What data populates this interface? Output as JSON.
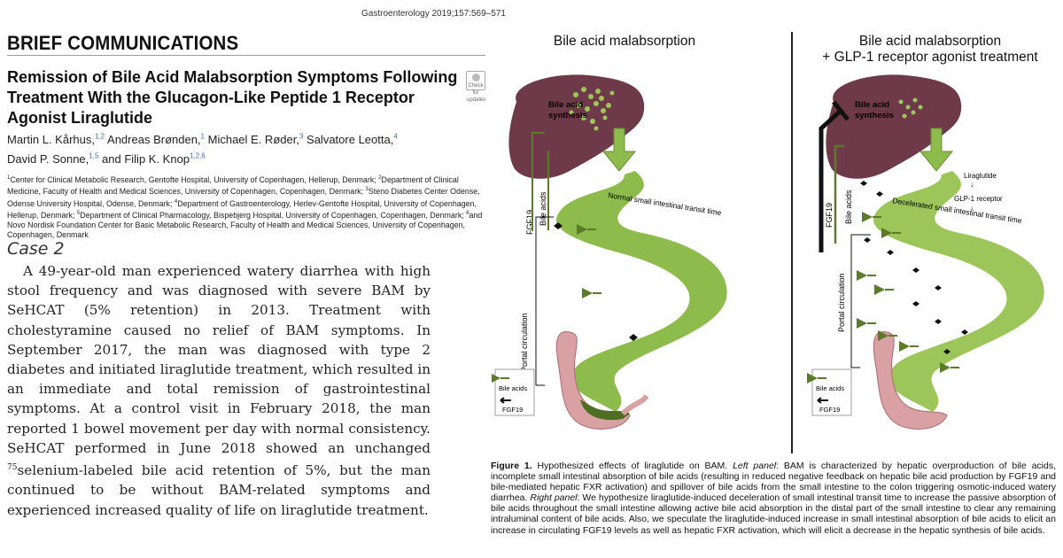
{
  "journal_ref": "Gastroenterology 2019;157:569–571",
  "section": "BRIEF COMMUNICATIONS",
  "title": "Remission of Bile Acid Malabsorption Symptoms Following Treatment With the Glucagon-Like Peptide 1 Receptor Agonist Liraglutide",
  "crossmark_label": "Check for updates",
  "authors": [
    {
      "name": "Martin L. Kårhus,",
      "sup": "1,2"
    },
    {
      "name": "Andreas Brønden,",
      "sup": "1"
    },
    {
      "name": "Michael E. Røder,",
      "sup": "3"
    },
    {
      "name": "Salvatore Leotta,",
      "sup": "4"
    },
    {
      "name": "David P. Sonne,",
      "sup": "1,5"
    },
    {
      "name": "and Filip K. Knop",
      "sup": "1,2,6"
    }
  ],
  "affiliations": [
    {
      "num": "1",
      "text": "Center for Clinical Metabolic Research, Gentofte Hospital, University of Copenhagen, Hellerup, Denmark;"
    },
    {
      "num": "2",
      "text": "Department of Clinical Medicine, Faculty of Health and Medical Sciences, University of Copenhagen, Copenhagen, Denmark;"
    },
    {
      "num": "3",
      "text": "Steno Diabetes Center Odense, Odense University Hospital, Odense, Denmark;"
    },
    {
      "num": "4",
      "text": "Department of Gastroenterology, Herlev-Gentofte Hospital, University of Copenhagen, Hellerup, Denmark;"
    },
    {
      "num": "5",
      "text": "Department of Clinical Pharmacology, Bispebjerg Hospital, University of Copenhagen, Copenhagen, Denmark;"
    },
    {
      "num": "6",
      "text": "and Novo Nordisk Foundation Center for Basic Metabolic Research, Faculty of Health and Medical Sciences, University of Copenhagen, Copenhagen, Denmark"
    }
  ],
  "case_heading": "Case 2",
  "case_text": {
    "before_sup": "A 49-year-old man experienced watery diarrhea with high stool frequency and was diagnosed with severe BAM by SeHCAT (5% retention) in 2013. Treatment with cholestyramine caused no relief of BAM symptoms. In September 2017, the man was diagnosed with type 2 diabetes and initiated liraglutide treatment, which resulted in an immediate and total remission of gastrointestinal symptoms. At a control visit in February 2018, the man reported 1 bowel movement per day with normal consistency. SeHCAT performed in June 2018 showed an unchanged ",
    "sup": "75",
    "after_sup": "selenium-labeled bile acid retention of 5%, but the man continued to be without BAM-related symptoms and experienced increased quality of life on liraglutide treatment."
  },
  "figure": {
    "left_panel_title": "Bile acid malabsorption",
    "right_panel_title_1": "Bile acid malabsorption",
    "right_panel_title_2": "+ GLP-1 receptor agonist treatment",
    "synthesis_line1": "Bile acid",
    "synthesis_line2": "synthesis",
    "label_fgf19": "FGF19",
    "label_bile_acids": "Bile acids",
    "label_portal": "Portal circulation",
    "label_normal_transit": "Normal small intestinal transit time",
    "label_decelerated_transit": "Decelerated small intestinal transit time",
    "label_liraglutide": "Liraglutide",
    "label_glp1r": "GLP-1 receptor",
    "legend_bile_acids": "Bile acids",
    "legend_fgf19": "FGF19",
    "colors": {
      "liver": "#6e3a4a",
      "intestine_green": "#8dbb4c",
      "dark_green": "#4e6e22",
      "colon_pink": "#d9a1a4",
      "bile_arrow": "#5b7b2b",
      "fgf19_arrow": "#111111"
    }
  },
  "caption": {
    "label": "Figure 1.",
    "text1": " Hypothesized effects of liraglutide on BAM. ",
    "left_label": "Left panel",
    "text2": ": BAM is characterized by hepatic overproduction of bile acids, incomplete small intestinal absorption of bile acids (resulting in reduced negative feedback on hepatic bile acid production by FGF19 and bile-mediated hepatic FXR activation) and spillover of bile acids from the small intestine to the colon triggering osmotic-induced watery diarrhea. ",
    "right_label": "Right panel",
    "text3": ": We hypothesize liraglutide-induced deceleration of small intestinal transit time to increase the passive absorption of bile acids throughout the small intestine allowing active bile acid absorption in the distal part of the small intestine to clear any remaining intraluminal content of bile acids. Also, we speculate the liraglutide-induced increase in small intestinal absorption of bile acids to elicit an increase in circulating FGF19 levels as well as hepatic FXR activation, which will elicit a decrease in the hepatic synthesis of bile acids."
  }
}
